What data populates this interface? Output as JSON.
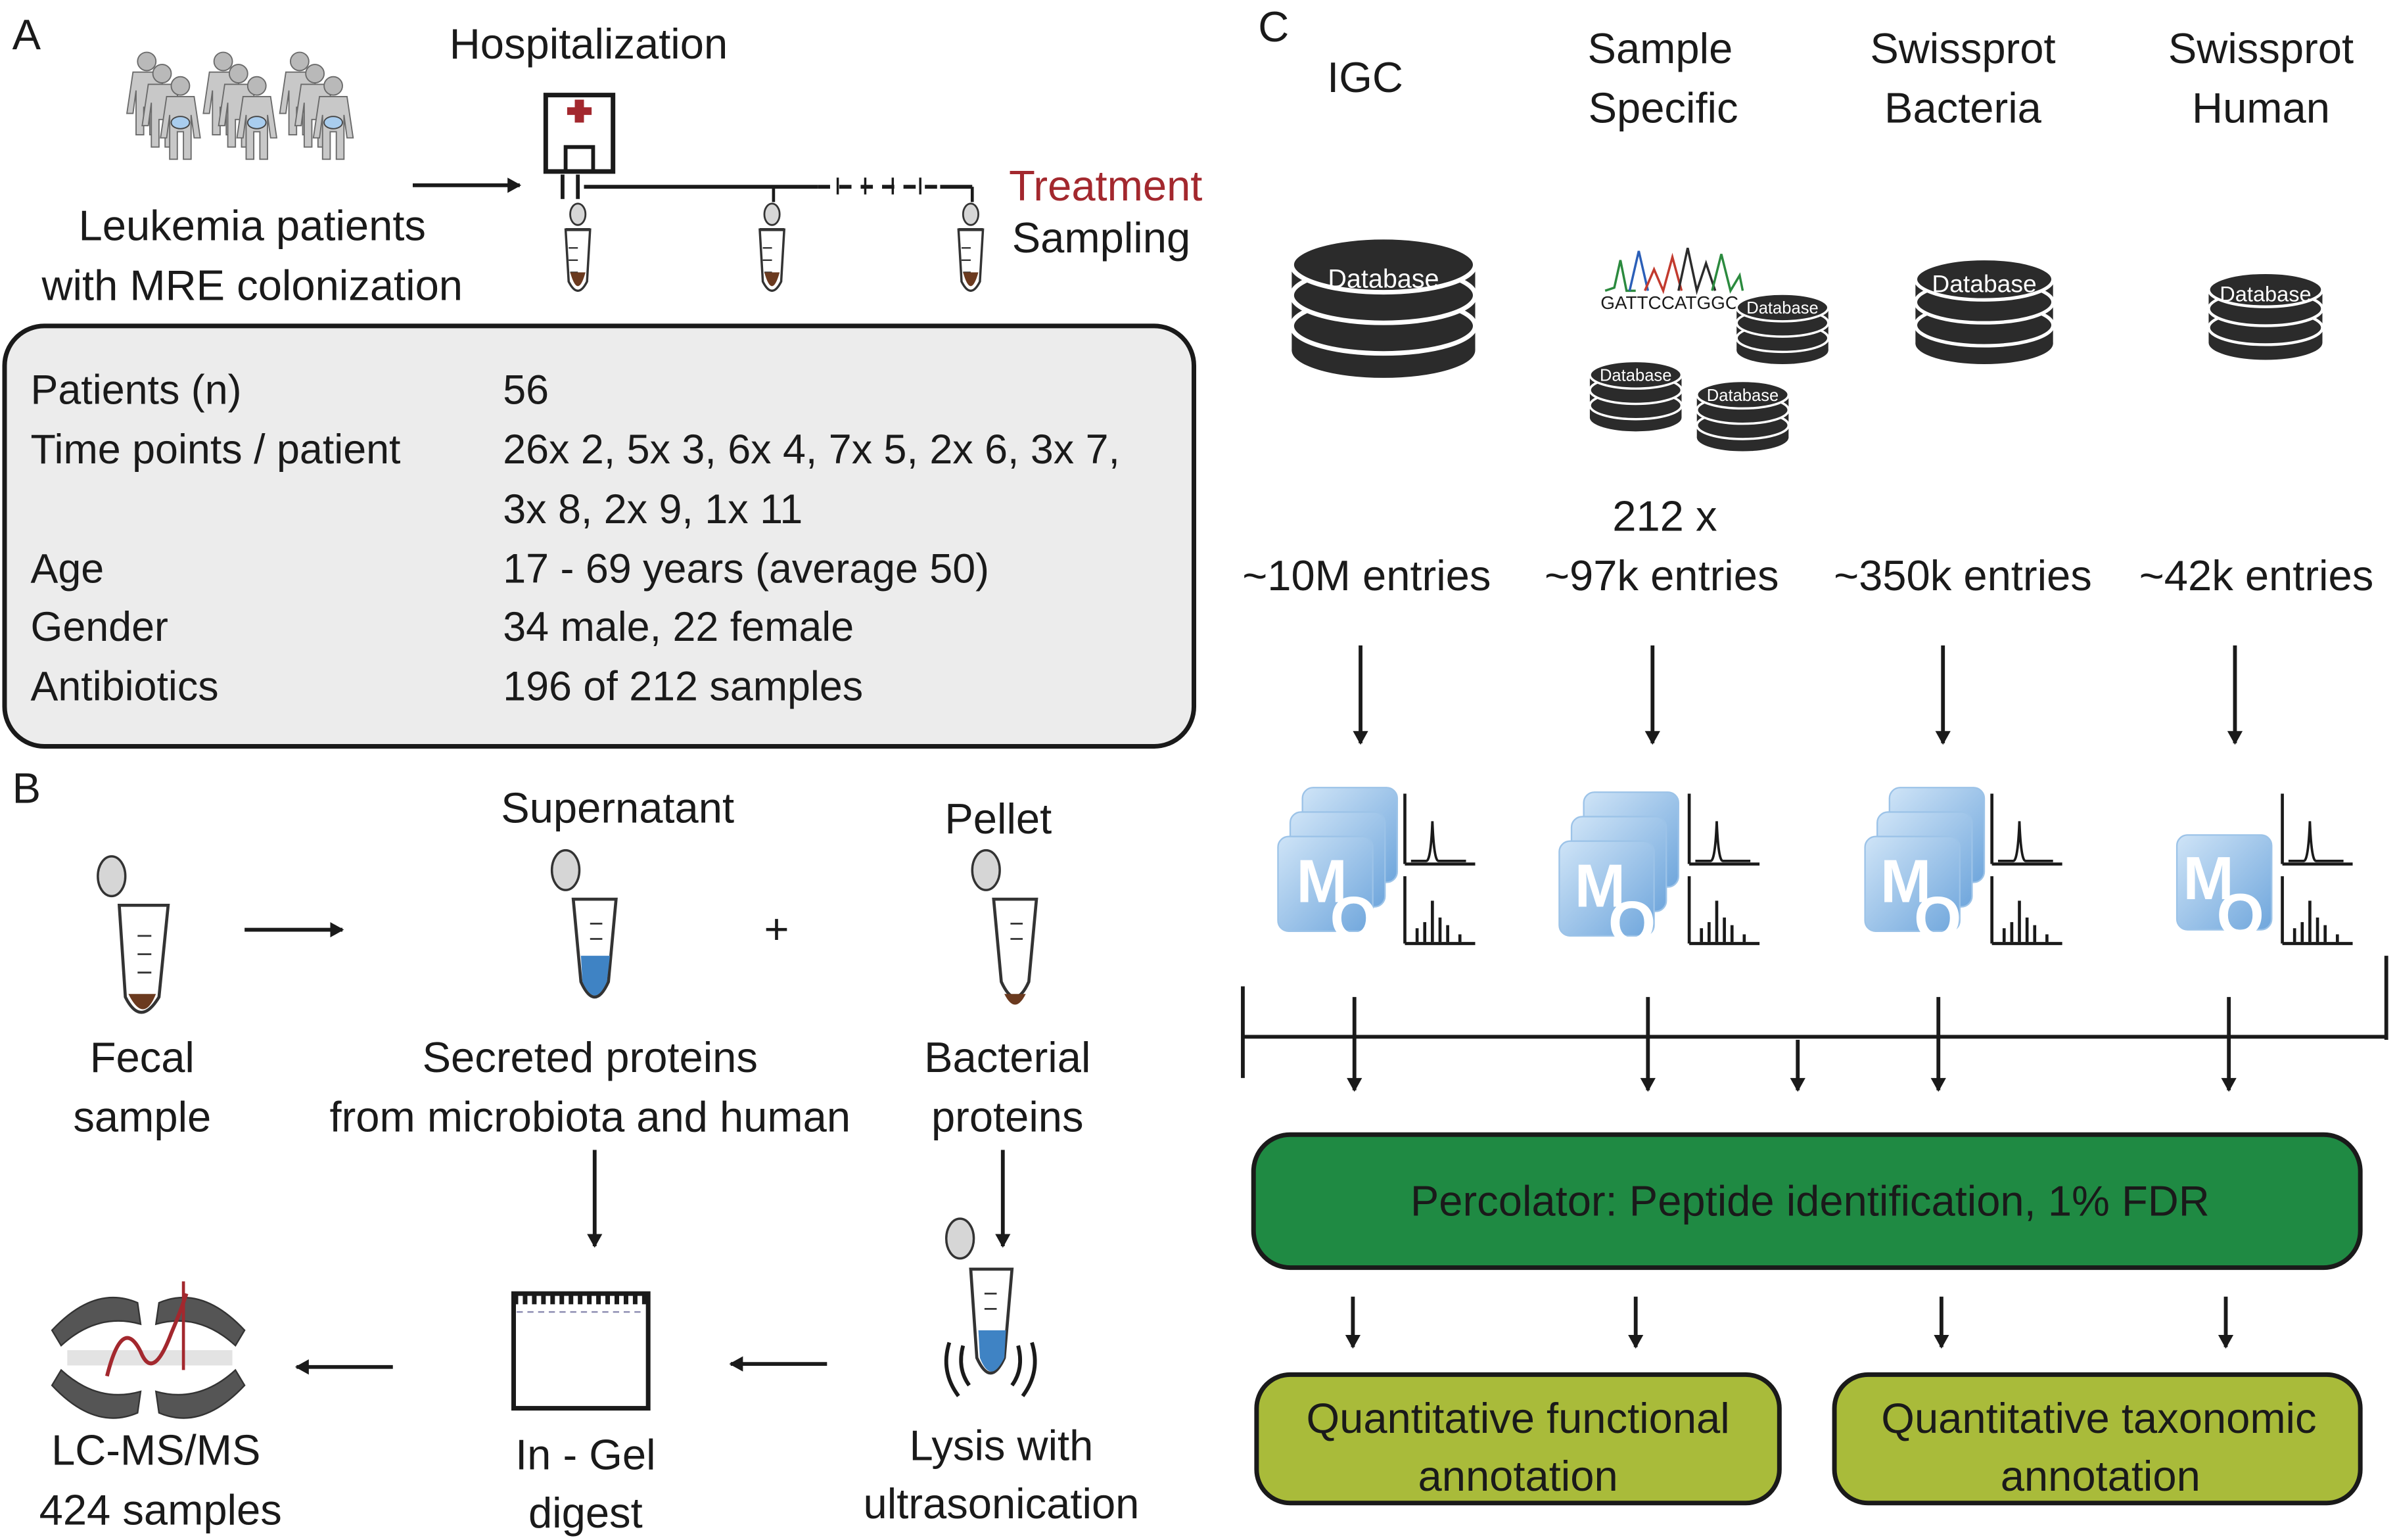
{
  "panel_a": {
    "letter": "A",
    "hospitalization": "Hospitalization",
    "patients_label_line1": "Leukemia patients",
    "patients_label_line2": "with MRE colonization",
    "treatment": "Treatment",
    "sampling": "Sampling",
    "table": [
      {
        "label": "Patients (n)",
        "value": "56",
        "value2": ""
      },
      {
        "label": "Time points / patient",
        "value": "26x 2, 5x 3, 6x 4, 7x 5, 2x 6, 3x 7,",
        "value2": "3x 8, 2x 9, 1x 11"
      },
      {
        "label": "Age",
        "value": "17 - 69 years (average 50)",
        "value2": ""
      },
      {
        "label": "Gender",
        "value": "34 male, 22 female",
        "value2": ""
      },
      {
        "label": "Antibiotics",
        "value": "196 of 212 samples",
        "value2": ""
      }
    ]
  },
  "panel_b": {
    "letter": "B",
    "supernatant": "Supernatant",
    "pellet": "Pellet",
    "plus": "+",
    "fecal_line1": "Fecal",
    "fecal_line2": "sample",
    "secreted_line1": "Secreted proteins",
    "secreted_line2": "from microbiota and human",
    "bacterial_line1": "Bacterial",
    "bacterial_line2": "proteins",
    "lcms_line1": "LC-MS/MS",
    "lcms_line2": "424 samples",
    "ingel_line1": "In - Gel",
    "ingel_line2": "digest",
    "lysis_line1": "Lysis with",
    "lysis_line2": "ultrasonication"
  },
  "panel_c": {
    "letter": "C",
    "databases": [
      {
        "title1": "IGC",
        "title2": "",
        "entries": "~10M entries"
      },
      {
        "title1": "Sample",
        "title2": "Specific",
        "entries": "~97k entries"
      },
      {
        "title1": "Swissprot",
        "title2": "Bacteria",
        "entries": "~350k entries"
      },
      {
        "title1": "Swissprot",
        "title2": "Human",
        "entries": "~42k entries"
      }
    ],
    "db_label": "Database",
    "sequence": "GATTCCATGGC",
    "multiplier": "212 x",
    "mq_m": "M",
    "mq_q": "Q",
    "percolator": "Percolator: Peptide identification, 1% FDR",
    "functional_line1": "Quantitative functional",
    "functional_line2": "annotation",
    "taxonomic_line1": "Quantitative taxonomic",
    "taxonomic_line2": "annotation"
  },
  "colors": {
    "treatment": "#a3282e",
    "percolator_green": "#1f8a43",
    "annotation_olive": "#a9bb3a",
    "table_gray": "#ececec",
    "mq_blue": "#7fb0df",
    "supernatant_blue": "#3f83c4",
    "fecal_brown": "#6b3a1f"
  }
}
